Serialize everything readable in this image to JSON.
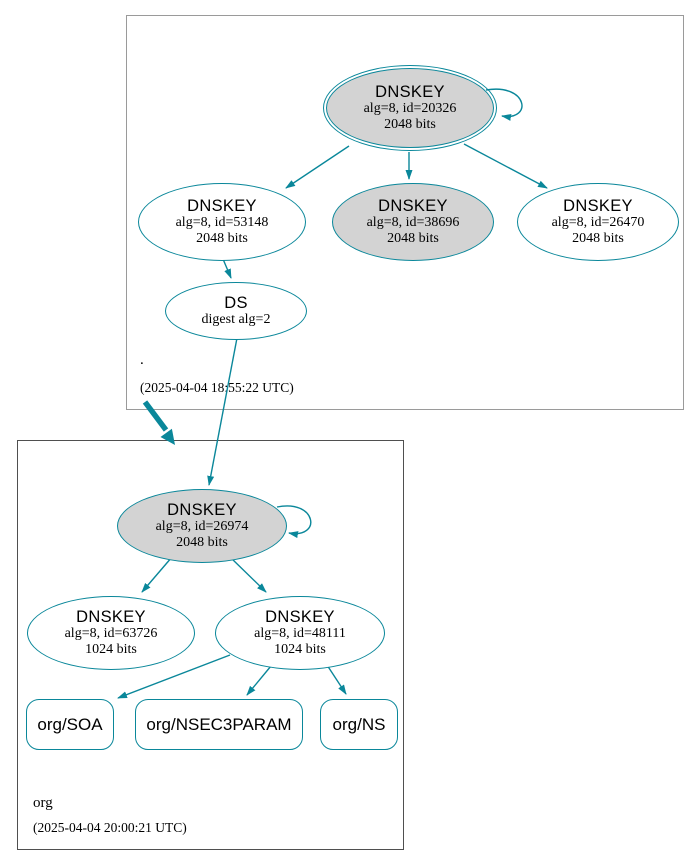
{
  "colors": {
    "edge": "#0a879a",
    "highlight_fill": "#d3d3d3",
    "root_box_border": "#9a9a9a",
    "org_box_border": "#4f4f4f"
  },
  "root_zone": {
    "name": ".",
    "timestamp": "(2025-04-04 18:55:22 UTC)",
    "nodes": {
      "ksk": {
        "title": "DNSKEY",
        "line2": "alg=8, id=20326",
        "line3": "2048 bits"
      },
      "zsk_53148": {
        "title": "DNSKEY",
        "line2": "alg=8, id=53148",
        "line3": "2048 bits"
      },
      "zsk_38696": {
        "title": "DNSKEY",
        "line2": "alg=8, id=38696",
        "line3": "2048 bits"
      },
      "zsk_26470": {
        "title": "DNSKEY",
        "line2": "alg=8, id=26470",
        "line3": "2048 bits"
      },
      "ds": {
        "title": "DS",
        "line2": "digest alg=2"
      }
    }
  },
  "org_zone": {
    "name": "org",
    "timestamp": "(2025-04-04 20:00:21 UTC)",
    "nodes": {
      "ksk": {
        "title": "DNSKEY",
        "line2": "alg=8, id=26974",
        "line3": "2048 bits"
      },
      "zsk_63726": {
        "title": "DNSKEY",
        "line2": "alg=8, id=63726",
        "line3": "1024 bits"
      },
      "zsk_48111": {
        "title": "DNSKEY",
        "line2": "alg=8, id=48111",
        "line3": "1024 bits"
      },
      "rrset_soa": {
        "label": "org/SOA"
      },
      "rrset_nsec3param": {
        "label": "org/NSEC3PARAM"
      },
      "rrset_ns": {
        "label": "org/NS"
      }
    }
  }
}
